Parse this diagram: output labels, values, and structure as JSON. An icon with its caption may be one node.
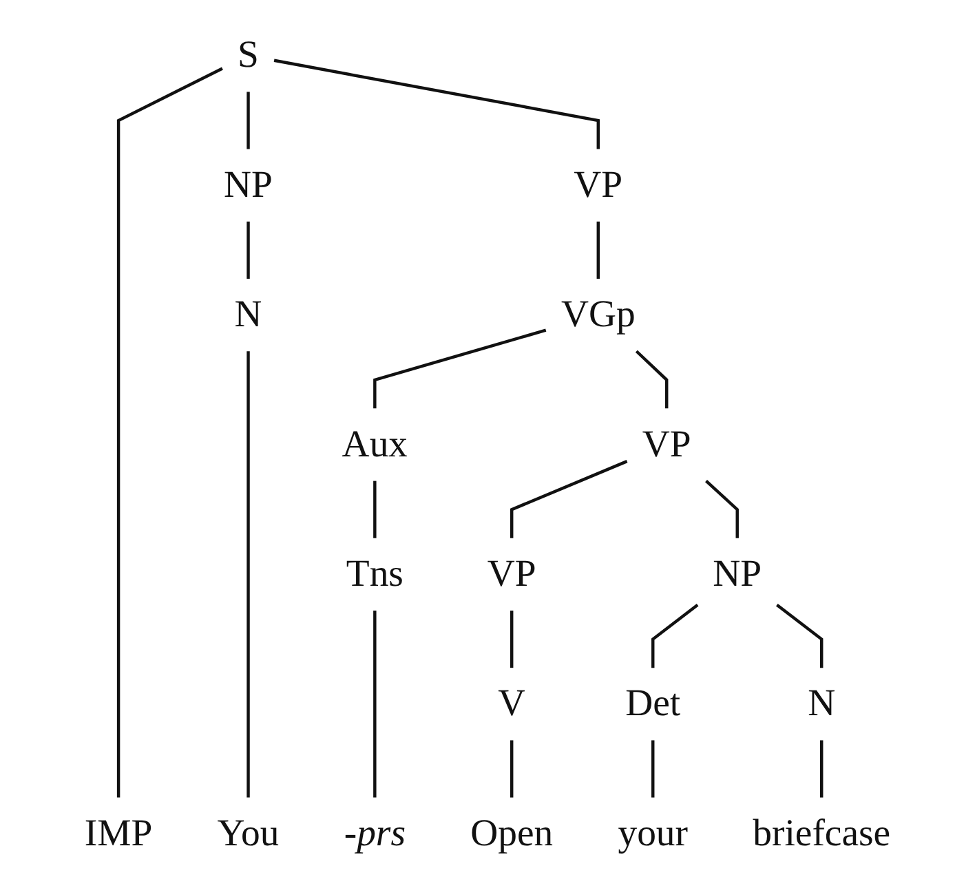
{
  "diagram": {
    "nodes": [
      {
        "text": [
          "S"
        ]
      },
      {
        "text": [
          "NP"
        ]
      },
      {
        "text": [
          "VP"
        ]
      },
      {
        "text": [
          "N"
        ]
      },
      {
        "text": [
          "VGp"
        ]
      },
      {
        "text": [
          "Aux"
        ]
      },
      {
        "text": [
          "VP"
        ]
      },
      {
        "text": [
          "Tns"
        ]
      },
      {
        "text": [
          "VP"
        ]
      },
      {
        "text": [
          "NP"
        ]
      },
      {
        "text": [
          "V"
        ]
      },
      {
        "text": [
          "Det"
        ]
      },
      {
        "text": [
          "N"
        ]
      },
      {
        "text": [
          "IMP"
        ]
      },
      {
        "text": [
          "You"
        ]
      },
      {
        "text": [
          "-prs"
        ]
      },
      {
        "text": [
          "Open"
        ]
      },
      {
        "text": [
          "your"
        ]
      },
      {
        "text": [
          "briefcase"
        ]
      }
    ],
    "edges": [
      {
        "from": 0,
        "to": 13,
        "arrow": "none"
      },
      {
        "from": 0,
        "to": 1,
        "arrow": "none"
      },
      {
        "from": 0,
        "to": 2,
        "arrow": "none"
      },
      {
        "from": 1,
        "to": 3,
        "arrow": "none"
      },
      {
        "from": 3,
        "to": 14,
        "arrow": "none"
      },
      {
        "from": 2,
        "to": 4,
        "arrow": "none"
      },
      {
        "from": 4,
        "to": 5,
        "arrow": "none"
      },
      {
        "from": 4,
        "to": 6,
        "arrow": "none"
      },
      {
        "from": 5,
        "to": 7,
        "arrow": "none"
      },
      {
        "from": 7,
        "to": 15,
        "arrow": "none"
      },
      {
        "from": 6,
        "to": 8,
        "arrow": "none"
      },
      {
        "from": 6,
        "to": 9,
        "arrow": "none"
      },
      {
        "from": 8,
        "to": 10,
        "arrow": "none"
      },
      {
        "from": 10,
        "to": 16,
        "arrow": "none"
      },
      {
        "from": 9,
        "to": 11,
        "arrow": "none"
      },
      {
        "from": 9,
        "to": 12,
        "arrow": "none"
      },
      {
        "from": 11,
        "to": 17,
        "arrow": "none"
      },
      {
        "from": 12,
        "to": 18,
        "arrow": "none"
      }
    ]
  }
}
